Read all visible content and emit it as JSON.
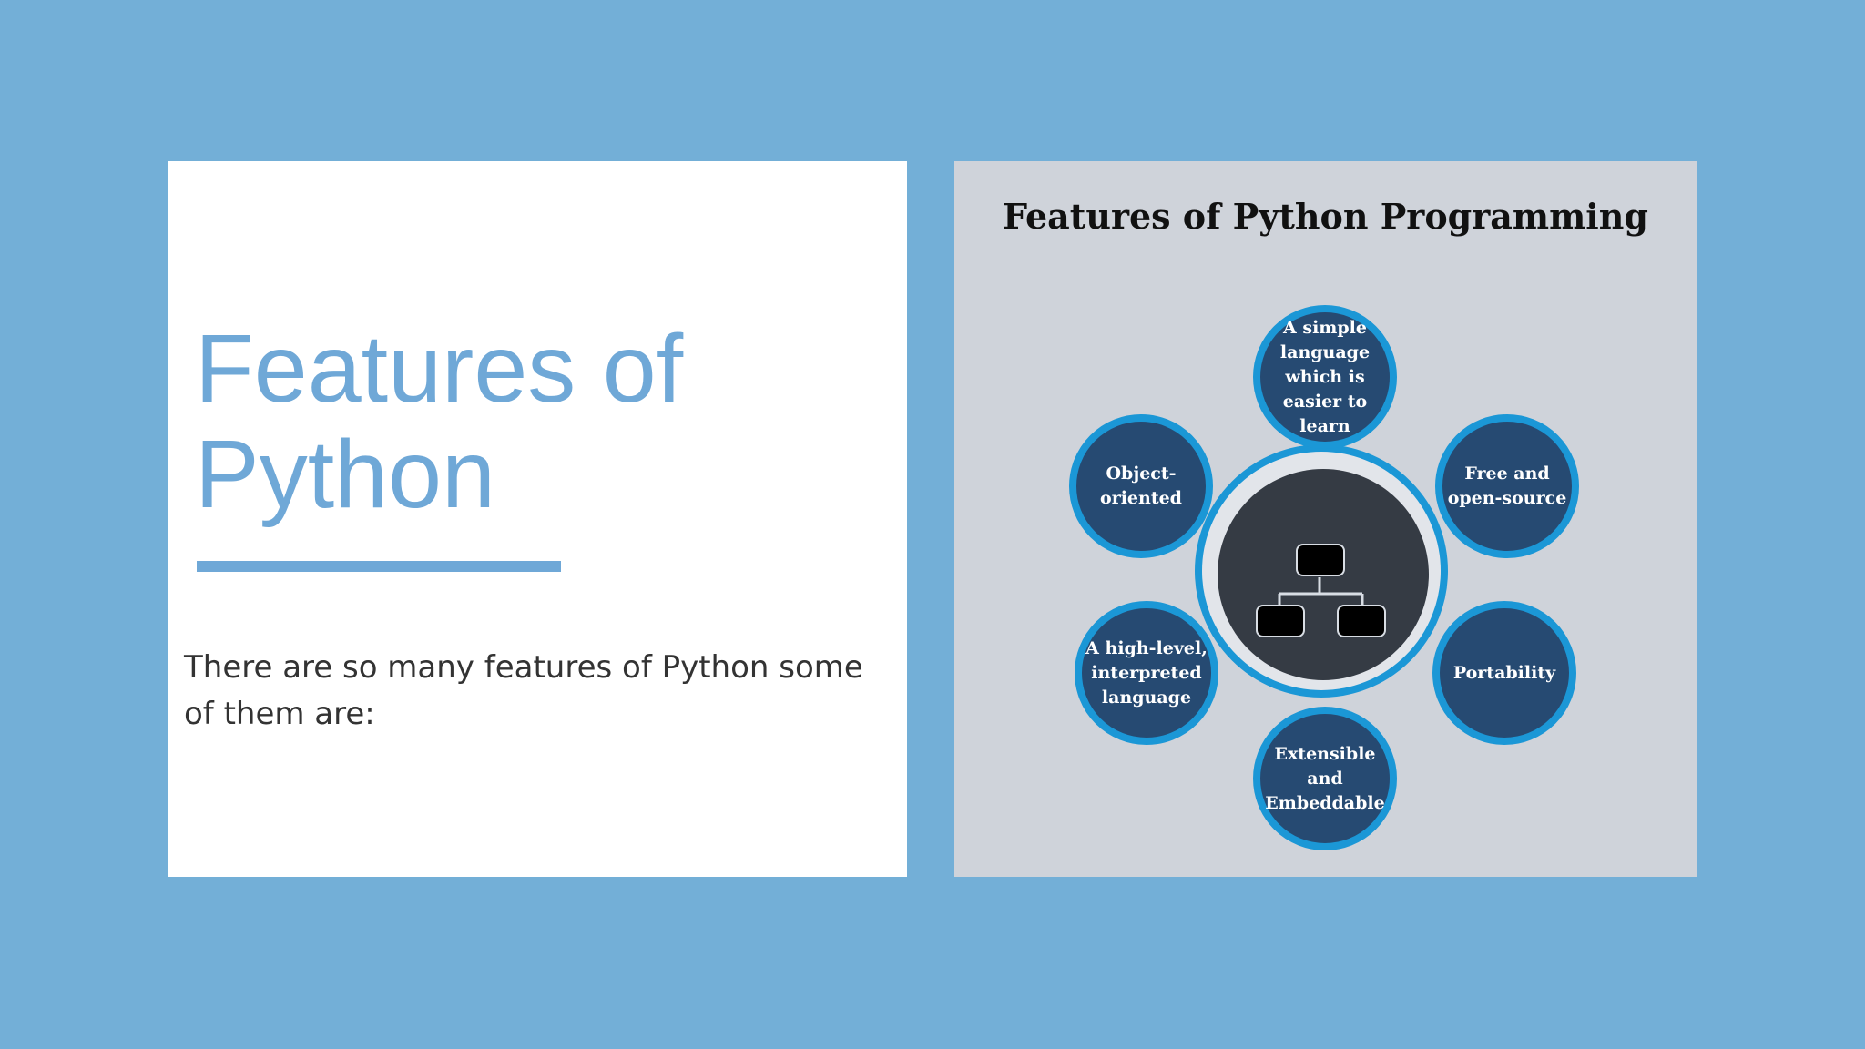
{
  "slide": {
    "title": "Features of Python",
    "body": "There are so many features of Python some of them are:"
  },
  "diagram": {
    "title": "Features of Python Programming",
    "center_icon": "flowchart-icon",
    "features": [
      "A simple language which is easier to learn",
      "Free and open-source",
      "Object-oriented",
      "A high-level, interpreted language",
      "Portability",
      "Extensible and Embeddable"
    ]
  },
  "colors": {
    "background": "#73afd7",
    "accent": "#6fa8d7",
    "node_fill": "#264a72",
    "node_ring": "#1b97d6",
    "hub_fill": "#353b44"
  }
}
